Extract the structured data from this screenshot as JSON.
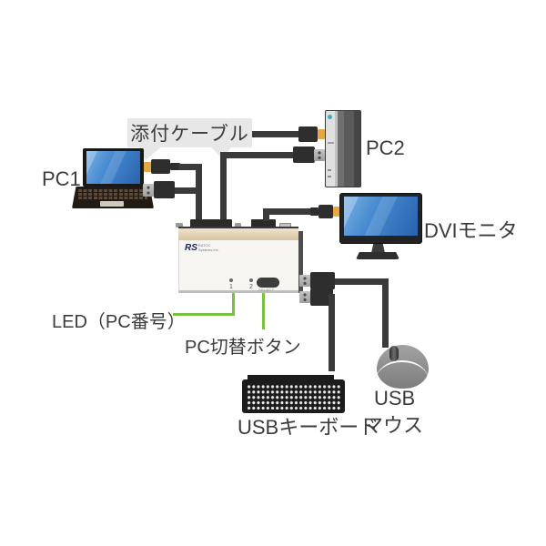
{
  "callout": {
    "label": "添付ケーブル"
  },
  "devices": {
    "pc1": "PC1",
    "pc2": "PC2",
    "monitor": "DVIモニタ",
    "keyboard": "USBキーボード",
    "mouse_line1": "USB",
    "mouse_line2": "マウス"
  },
  "kvm": {
    "logo_mark": "RS",
    "logo_text_line1": "RATOC",
    "logo_text_line2": "Systems,Inc.",
    "led_1": "1",
    "led_2": "2",
    "select_label": "SELECT"
  },
  "annotations": {
    "led": "LED（PC番号）",
    "button": "PC切替ボタン"
  },
  "colors": {
    "annotation_green": "#7ac143",
    "screen_blue": "#3d7fcb",
    "cable_black": "#3a3a3a",
    "connector_gold": "#e3aa44",
    "callout_bg": "#e7e7e7",
    "kvm_top_band": "#d8c5a0",
    "power_led_teal": "#3fa9bf"
  }
}
